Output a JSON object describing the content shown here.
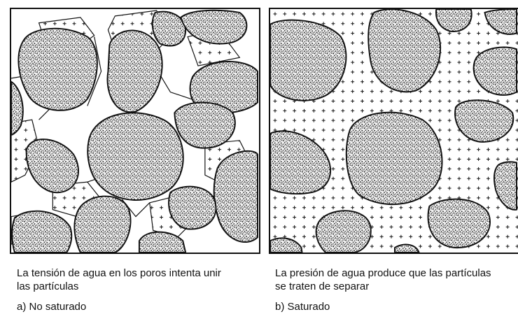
{
  "figure": {
    "panels": [
      {
        "id": "a",
        "state": "unsaturated",
        "caption_line1": "La  tensión de agua en los poros intenta unir",
        "caption_line2": "las partículas",
        "label": "a) No saturado"
      },
      {
        "id": "b",
        "state": "saturated",
        "caption_line1": "La presión de agua  produce que las partículas",
        "caption_line2": "se traten de separar",
        "label": "b) Saturado"
      }
    ]
  },
  "colors": {
    "outline": "#111111",
    "background": "#ffffff",
    "grain_fill": "stipple-pattern",
    "water_fill": "plus-sign-pattern"
  }
}
